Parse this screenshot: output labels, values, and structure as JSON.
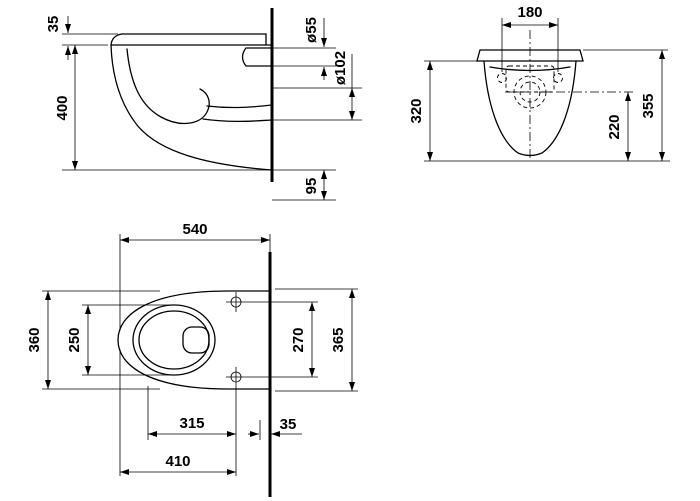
{
  "colors": {
    "ink": "#000000",
    "background": "#ffffff"
  },
  "views": {
    "side": {
      "seat_height": "35",
      "height": "400",
      "flush_dia": "ø55",
      "drain_dia": "ø102",
      "drain_offset": "95"
    },
    "front": {
      "fixing_spacing": "180",
      "rim_height": "320",
      "drain_height": "220",
      "total_height": "355"
    },
    "plan": {
      "depth": "540",
      "overall_width": "360",
      "inner_width": "250",
      "fixing_width": "270",
      "side_width": "365",
      "inner_depth": "315",
      "wall_offset": "35",
      "fixing_depth": "410"
    }
  }
}
